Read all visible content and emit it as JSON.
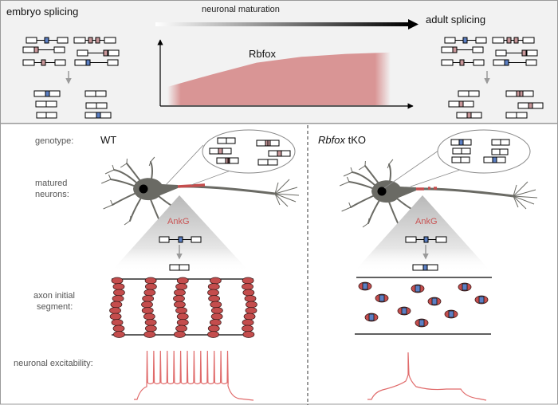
{
  "top_panel": {
    "left_title": "embryo splicing",
    "right_title": "adult splicing",
    "arrow_label": "neuronal maturation",
    "curve_label": "Rbfox"
  },
  "bottom_panel": {
    "row_labels": {
      "genotype": "genotype:",
      "matured_neurons_line1": "matured",
      "matured_neurons_line2": "neurons:",
      "ais_line1": "axon initial",
      "ais_line2": "segment:",
      "excitability": "neuronal excitability:"
    },
    "wt": {
      "genotype": "WT",
      "protein_label": "AnkG"
    },
    "tko": {
      "genotype_italic": "Rbfox",
      "genotype_suffix": " tKO",
      "protein_label": "AnkG"
    }
  },
  "colors": {
    "alt_exon_blue": "#5b7fc4",
    "alt_exon_pink": "#c9979a",
    "rbfox_fill": "#d99595",
    "ankg_red": "#c44d4d",
    "ankg_label": "#c95555",
    "trace_red": "#e06a6a",
    "neuron_gray": "#6a6a64",
    "panel_bg": "#f2f2f2"
  },
  "chart_data": {
    "type": "area",
    "title": "Rbfox",
    "xlabel": "neuronal maturation",
    "ylabel": "",
    "x": [
      0,
      0.2,
      0.4,
      0.6,
      0.8,
      1.0
    ],
    "values": [
      0.25,
      0.42,
      0.58,
      0.66,
      0.7,
      0.72
    ],
    "ylim": [
      0,
      1
    ],
    "grid": false
  }
}
